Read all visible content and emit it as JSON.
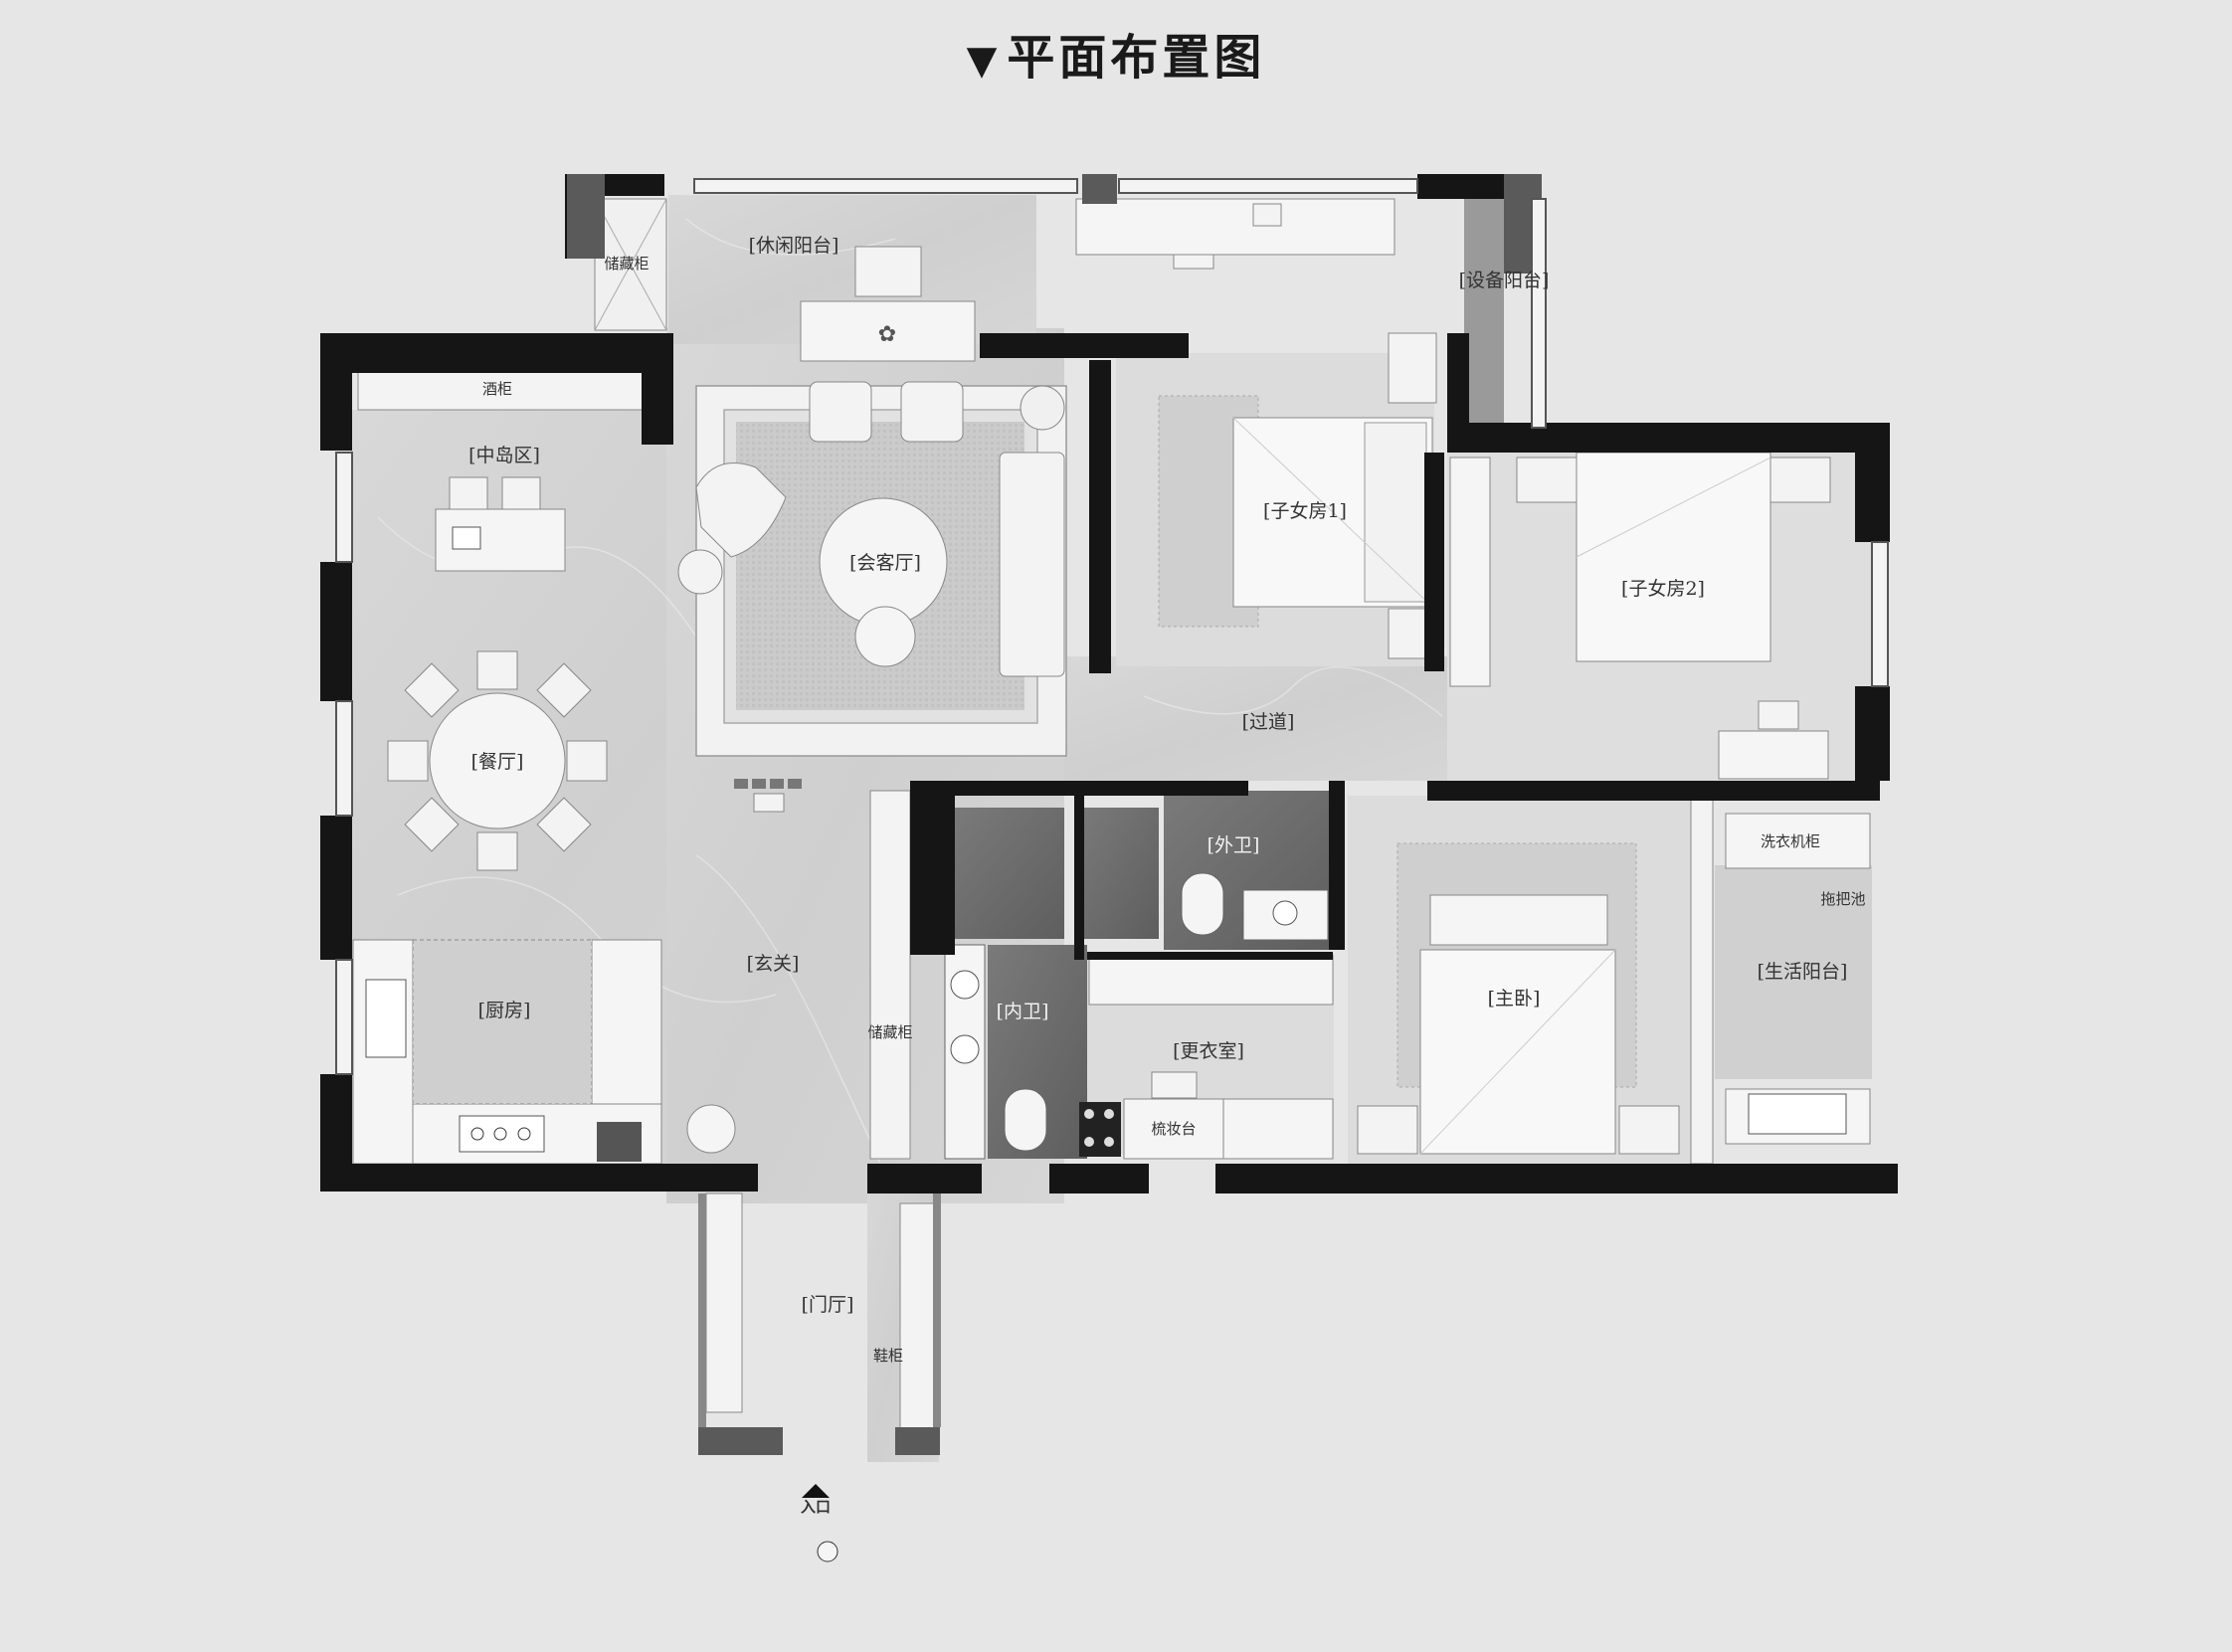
{
  "title": "平面布置图",
  "title_marker": "▼",
  "rooms": {
    "leisure_balcony": "[休闲阳台]",
    "equipment_balcony": "[设备阳台]",
    "island": "[中岛区]",
    "reception": "[会客厅]",
    "dining": "[餐厅]",
    "kids1": "[子女房1]",
    "kids2": "[子女房2]",
    "corridor": "[过道]",
    "outer_bath": "[外卫]",
    "foyer": "[玄关]",
    "kitchen": "[厨房]",
    "inner_bath": "[内卫]",
    "cloakroom": "[更衣室]",
    "master": "[主卧]",
    "service_balcony": "[生活阳台]",
    "entry_hall": "[门厅]"
  },
  "furniture": {
    "storage_cabinet_top": "储藏柜",
    "wine_cabinet": "酒柜",
    "storage_cabinet_foyer": "储藏柜",
    "shoe_cabinet": "鞋柜",
    "washer_cabinet": "洗衣机柜",
    "mop_pool": "拖把池",
    "dressing_table": "梳妆台"
  },
  "entrance_label": "入口",
  "colors": {
    "wall": "#151515",
    "floor_stone": "#d4d4d4",
    "floor_light": "#dcdcdc",
    "bath_stone": "#6e6e6e",
    "background": "#e6e6e6"
  }
}
